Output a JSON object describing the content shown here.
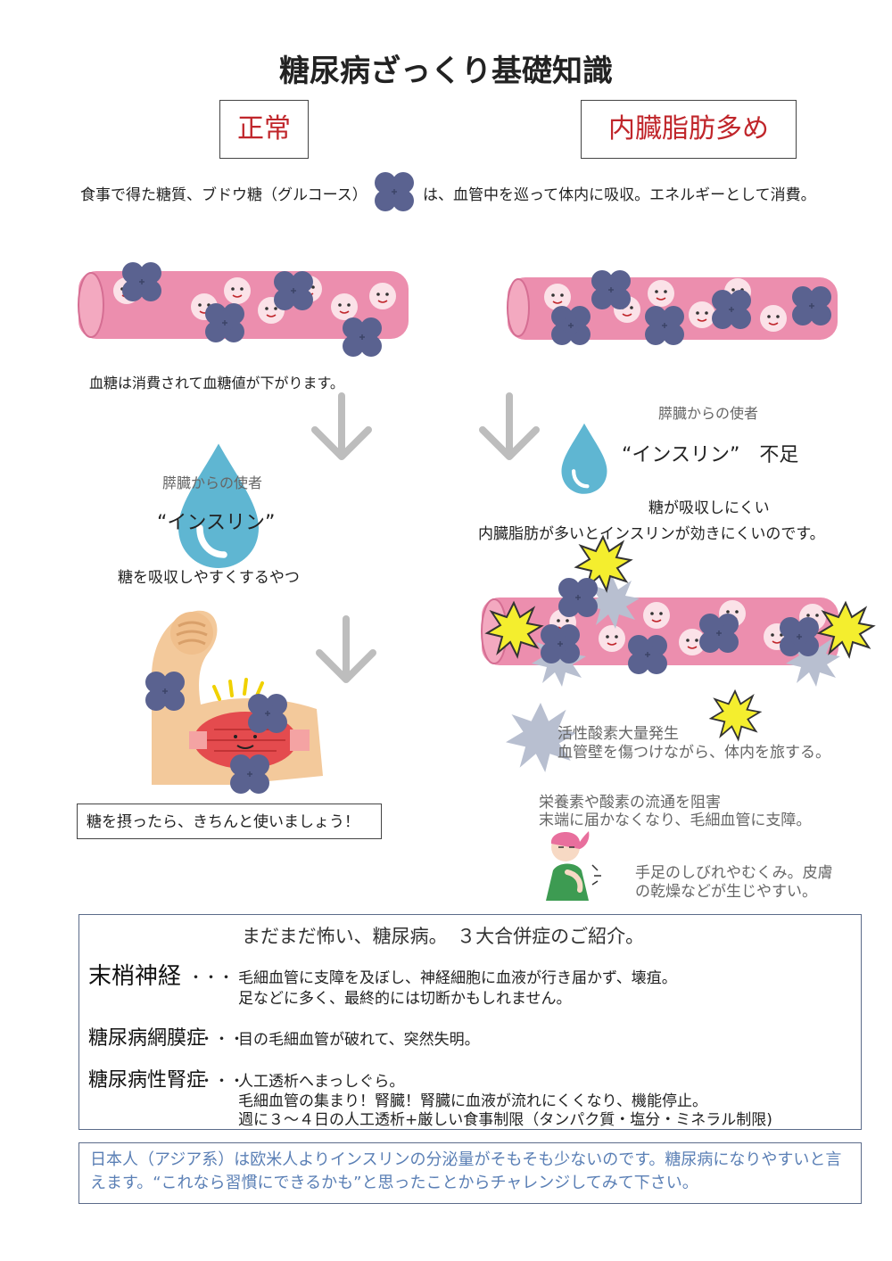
{
  "title": "糖尿病ざっくり基礎知識",
  "labels": {
    "normal": "正常",
    "visceral": "内臓脂肪多め"
  },
  "intro": {
    "before": "食事で得た糖質、ブドウ糖（グルコース）",
    "after": "は、血管中を巡って体内に吸収。エネルギーとして消費。"
  },
  "left": {
    "blood_text": "血糖は消費されて血糖値が下がります。",
    "messenger": "膵臓からの使者",
    "insulin": "“インスリン”",
    "insulin_role": "糖を吸収しやすくするやつ",
    "callout": "糖を摂ったら、きちんと使いましょう！"
  },
  "right": {
    "messenger": "膵臓からの使者",
    "insulin_short": "“インスリン”　不足",
    "hard_absorb": "糖が吸収しにくい",
    "fat_effect": "内臓脂肪が多いとインスリンが効きにくいのです。",
    "oxygen1": "活性酸素大量発生",
    "oxygen2": "血管壁を傷つけながら、体内を旅する。",
    "flow1": "栄養素や酸素の流通を阻害",
    "flow2": "末端に届かなくなり、毛細血管に支障。",
    "symptom1": "手足のしびれやむくみ。皮膚",
    "symptom2": "の乾燥などが生じやすい。"
  },
  "complications": {
    "heading": "まだまだ怖い、糖尿病。　３大合併症のご紹介。",
    "items": [
      {
        "term": "末梢神経",
        "dots": "・・・",
        "lines": [
          "毛細血管に支障を及ぼし、神経細胞に血液が行き届かず、壊疽。",
          "足などに多く、最終的には切断かもしれません。"
        ]
      },
      {
        "term": "糖尿病網膜症",
        "dots": "・・・",
        "lines": [
          "目の毛細血管が破れて、突然失明。"
        ]
      },
      {
        "term": "糖尿病性腎症",
        "dots": "・・・",
        "lines": [
          "人工透析へまっしぐら。",
          "毛細血管の集まり！腎臓！腎臓に血液が流れにくくなり、機能停止。",
          "週に３～４日の人工透析+厳しい食事制限（タンパク質・塩分・ミネラル制限)"
        ]
      }
    ]
  },
  "note": "日本人（アジア系）は欧米人よりインスリンの分泌量がそもそも少ないのです。糖尿病になりやすいと言えます。“これなら習慣にできるかも”と思ったことからチャレンジしてみて下さい。",
  "colors": {
    "glucose": "#5a6290",
    "vessel": "#ec8eae",
    "insulin": "#5fb6d2",
    "label_red": "#c0262b",
    "note_blue": "#5a7fb5"
  }
}
